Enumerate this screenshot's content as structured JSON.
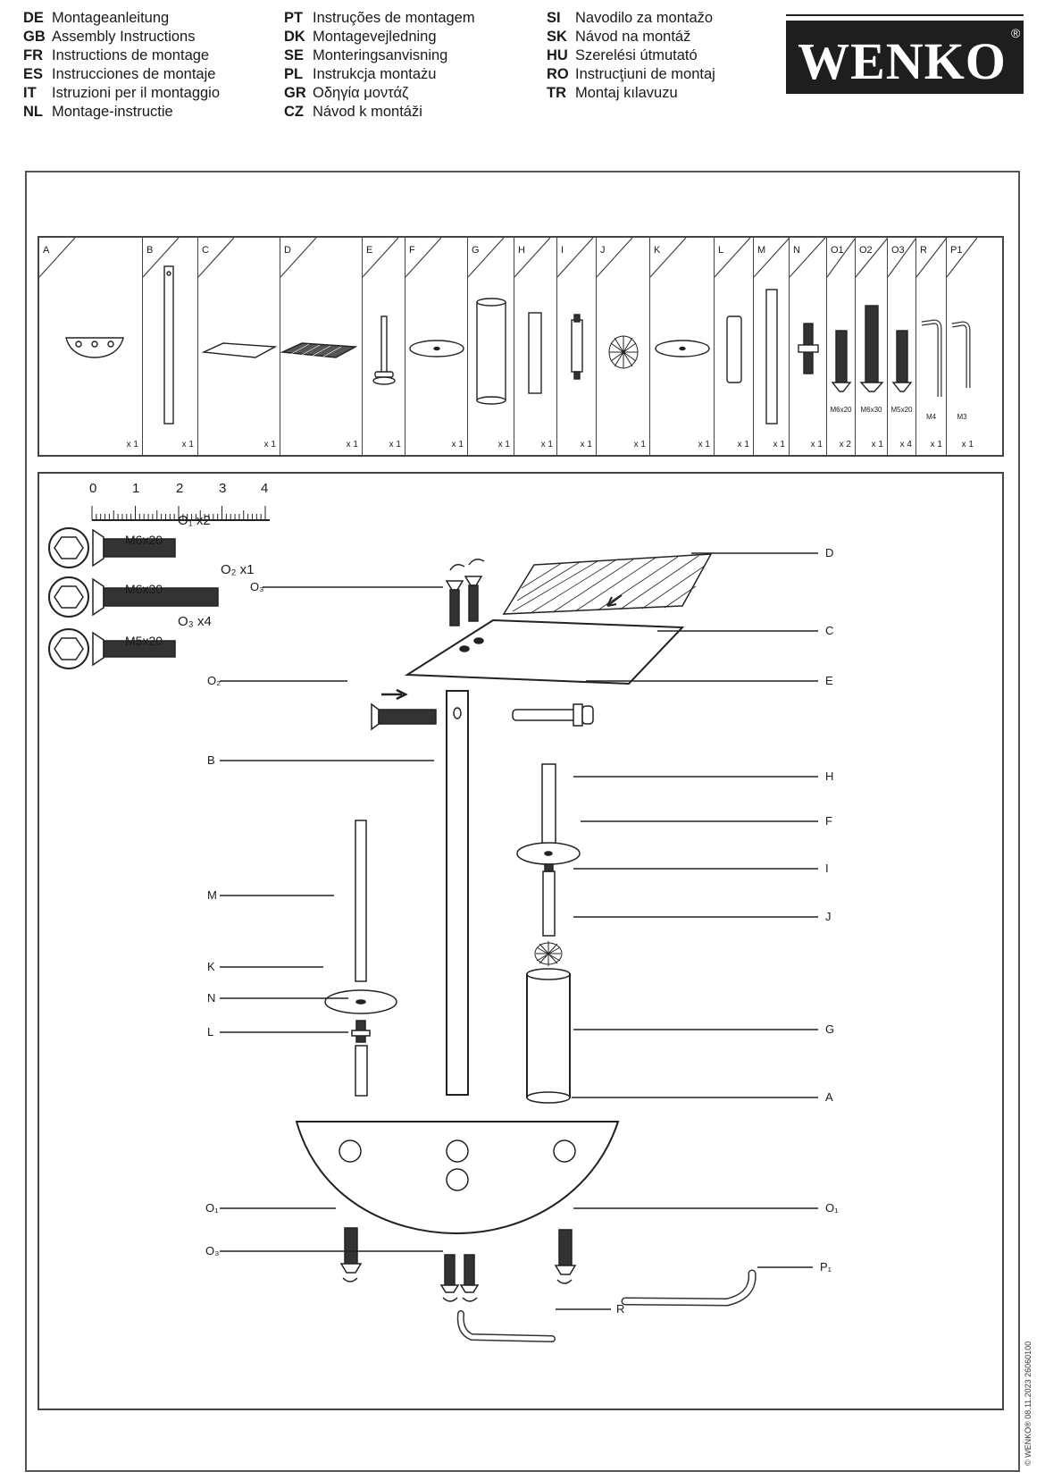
{
  "languages": {
    "col1": [
      {
        "code": "DE",
        "text": "Montageanleitung"
      },
      {
        "code": "GB",
        "text": "Assembly Instructions"
      },
      {
        "code": "FR",
        "text": "Instructions de montage"
      },
      {
        "code": "ES",
        "text": "Instrucciones de montaje"
      },
      {
        "code": "IT",
        "text": "Istruzioni per il montaggio"
      },
      {
        "code": "NL",
        "text": "Montage-instructie"
      }
    ],
    "col2": [
      {
        "code": "PT",
        "text": "Instruções de montagem"
      },
      {
        "code": "DK",
        "text": "Montagevejledning"
      },
      {
        "code": "SE",
        "text": "Monteringsanvisning"
      },
      {
        "code": "PL",
        "text": "Instrukcja montażu"
      },
      {
        "code": "GR",
        "text": "Οδηγία μοντάζ"
      },
      {
        "code": "CZ",
        "text": "Návod k montáži"
      }
    ],
    "col3": [
      {
        "code": "SI",
        "text": "Navodilo za montažo"
      },
      {
        "code": "SK",
        "text": "Návod na montáž"
      },
      {
        "code": "HU",
        "text": "Szerelési útmutató"
      },
      {
        "code": "RO",
        "text": "Instrucţiuni de montaj"
      },
      {
        "code": "TR",
        "text": "Montaj kılavuzu"
      }
    ]
  },
  "logo": {
    "text": "WENKO",
    "mark": "®"
  },
  "copyright": "© WENKO® 08.11.2023  26060100",
  "parts": [
    {
      "letter": "A",
      "qty": "x 1"
    },
    {
      "letter": "B",
      "qty": "x 1"
    },
    {
      "letter": "C",
      "qty": "x 1"
    },
    {
      "letter": "D",
      "qty": "x 1"
    },
    {
      "letter": "E",
      "qty": "x 1"
    },
    {
      "letter": "F",
      "qty": "x 1"
    },
    {
      "letter": "G",
      "qty": "x 1"
    },
    {
      "letter": "H",
      "qty": "x 1"
    },
    {
      "letter": "I",
      "qty": "x 1"
    },
    {
      "letter": "J",
      "qty": "x 1"
    },
    {
      "letter": "K",
      "qty": "x 1"
    },
    {
      "letter": "L",
      "qty": "x 1"
    },
    {
      "letter": "M",
      "qty": "x 1"
    },
    {
      "letter": "N",
      "qty": "x 1"
    },
    {
      "letter": "O1",
      "qty": "x 2",
      "size": "M6x20"
    },
    {
      "letter": "O2",
      "qty": "x 1",
      "size": "M6x30"
    },
    {
      "letter": "O3",
      "qty": "x 4",
      "size": "M5x20"
    },
    {
      "letter": "R",
      "qty": "x 1",
      "size": "M4"
    },
    {
      "letter": "P1",
      "qty": "x 1",
      "size": "M3"
    }
  ],
  "ruler": {
    "numbers": [
      "0",
      "1",
      "2",
      "3",
      "4"
    ]
  },
  "screws": [
    {
      "qty": "O₁ x2",
      "size": "M6x20"
    },
    {
      "qty": "O₂ x1",
      "size": "M6x30"
    },
    {
      "qty": "O₃ x4",
      "size": "M5x20"
    }
  ],
  "callouts": {
    "o3_top": "O₃",
    "d": "D",
    "c": "C",
    "o2": "O₂",
    "e": "E",
    "b": "B",
    "h": "H",
    "f": "F",
    "i": "I",
    "j": "J",
    "m": "M",
    "k": "K",
    "n": "N",
    "l": "L",
    "g": "G",
    "a": "A",
    "o1_left": "O₁",
    "o1_right": "O₁",
    "o3_bottom": "O₃",
    "p1": "P₁",
    "r": "R"
  }
}
